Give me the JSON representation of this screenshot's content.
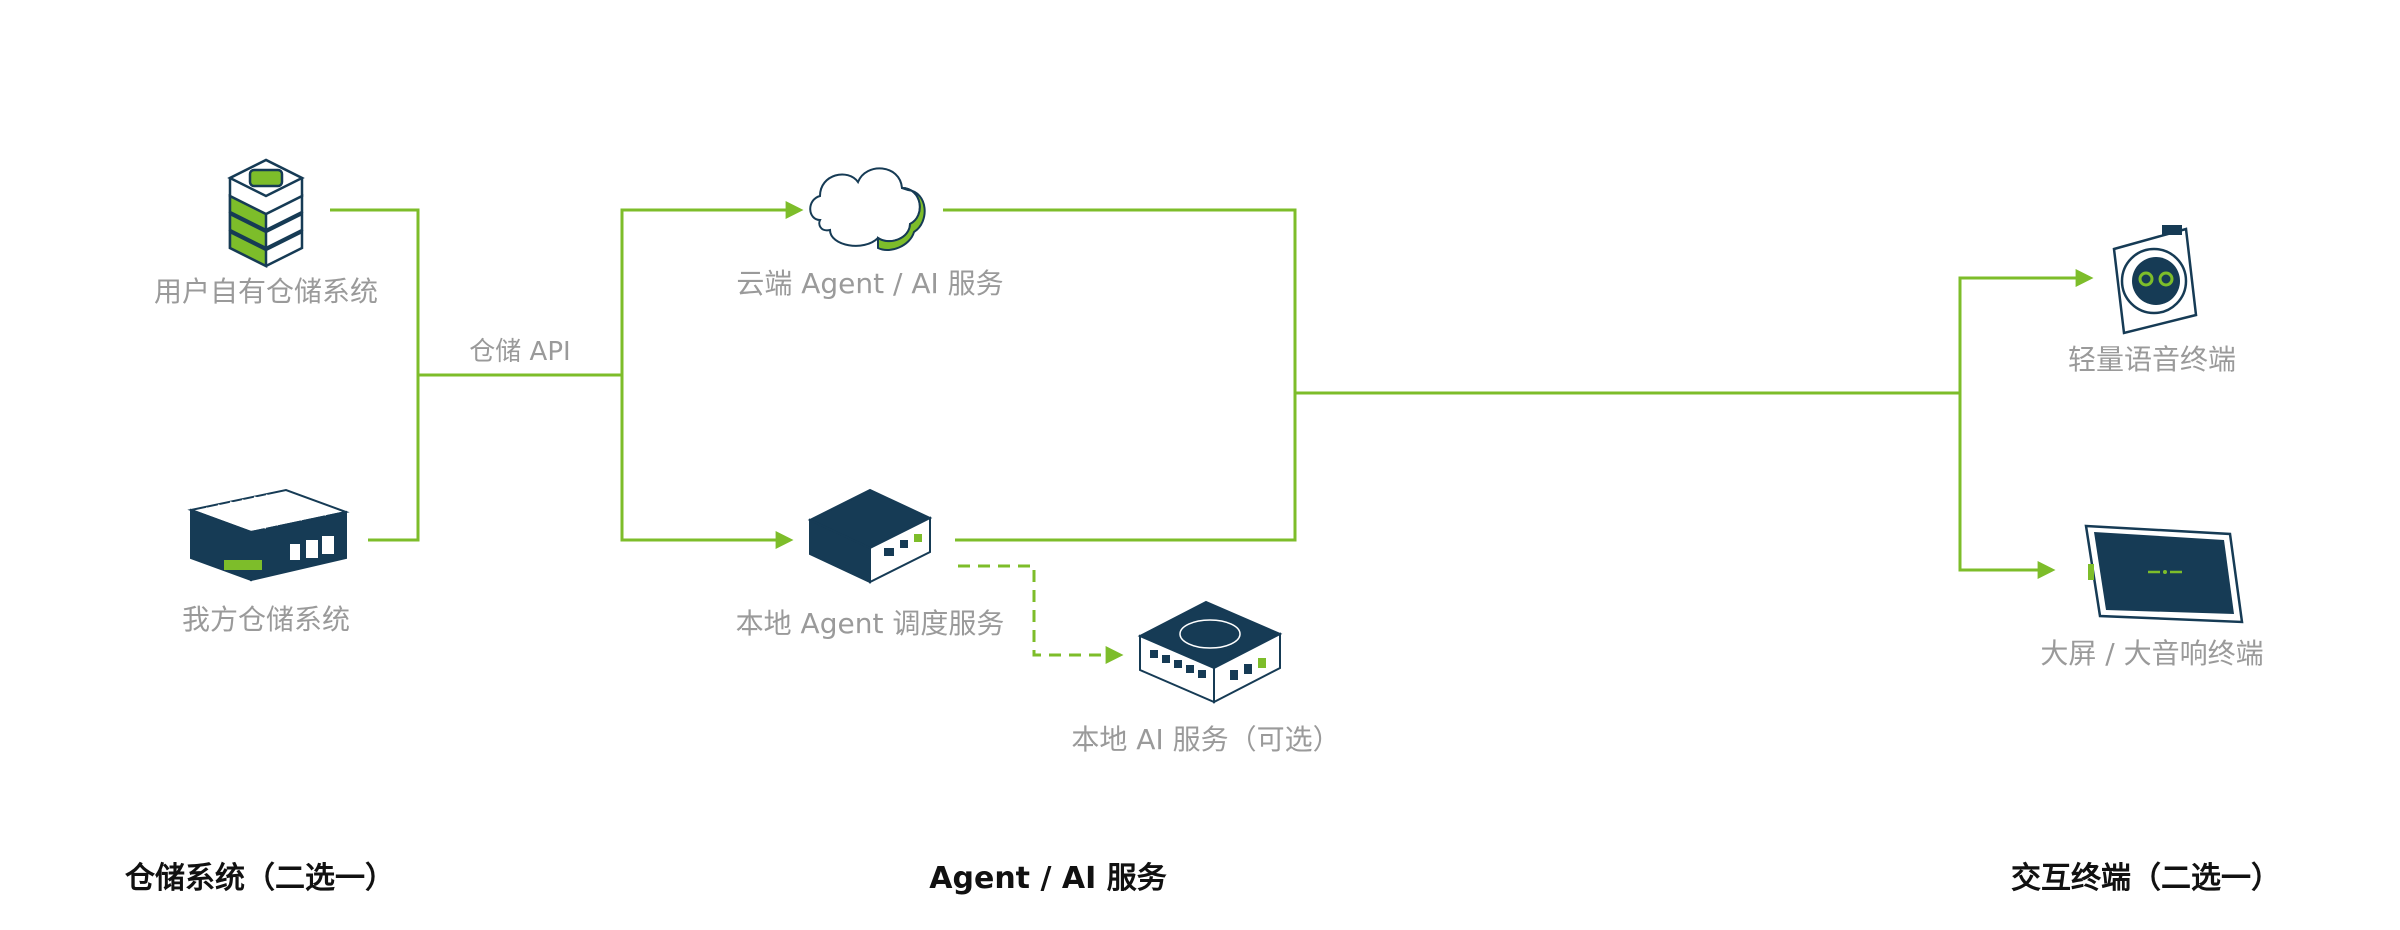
{
  "nodes": {
    "user_storage": "用户自有仓储系统",
    "our_storage": "我方仓储系统",
    "cloud_agent": "云端 Agent / AI 服务",
    "local_agent": "本地 Agent 调度服务",
    "local_ai": "本地 AI 服务（可选）",
    "voice_terminal": "轻量语音终端",
    "screen_terminal": "大屏 / 大音响终端"
  },
  "edge_labels": {
    "storage_api": "仓储 API"
  },
  "sections": {
    "storage": "仓储系统（二选一）",
    "agent": "Agent / AI 服务",
    "terminal": "交互终端（二选一）"
  },
  "colors": {
    "accent": "#7dbd2a",
    "navy": "#163b55",
    "label": "#9a9a9a"
  }
}
